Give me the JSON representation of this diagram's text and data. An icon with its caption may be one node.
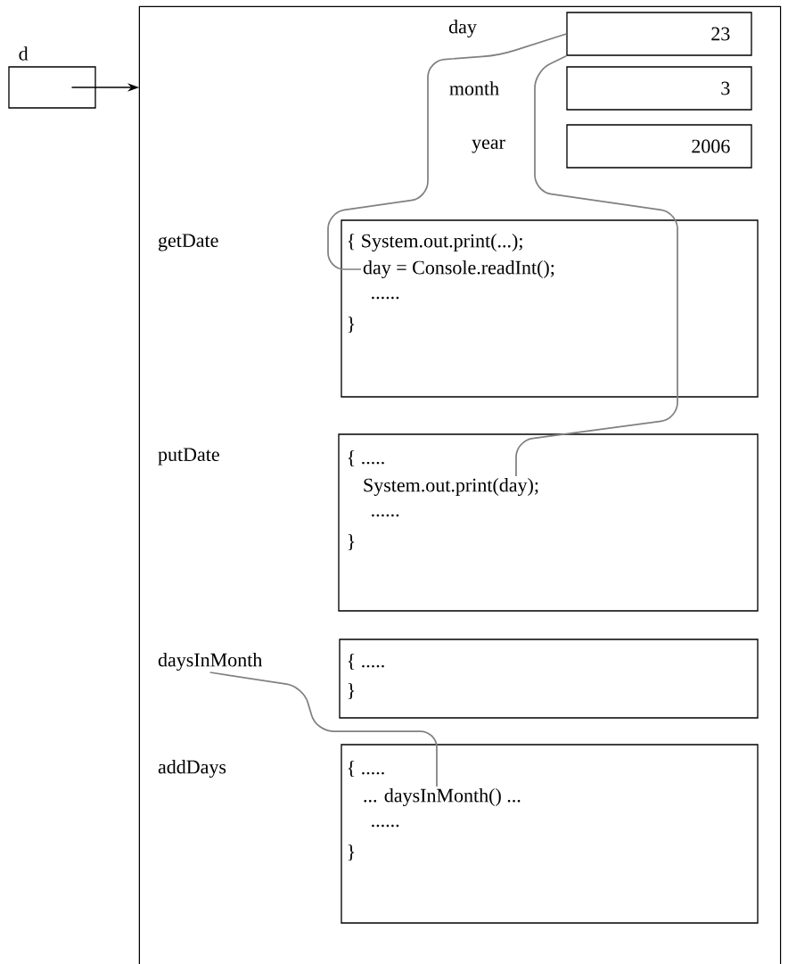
{
  "diagram": {
    "nodes": [
      {
        "text": [],
        "shape": "box"
      },
      {
        "text": [
          "d"
        ]
      },
      {
        "text": [
          "23"
        ],
        "in": 0
      },
      {
        "text": [
          "3"
        ],
        "in": 0
      },
      {
        "text": [
          "2006"
        ],
        "in": 0
      },
      {
        "text": [
          "getDate"
        ],
        "in": 0
      },
      {
        "text": [
          "{ System.out.print(...);",
          "......",
          "}"
        ],
        "in": 0
      },
      {
        "text": [
          "day = Console.readInt();"
        ],
        "in": 6
      },
      {
        "text": [
          "putDate"
        ],
        "in": 0
      },
      {
        "text": [
          "{ .....",
          "......",
          "}"
        ],
        "in": 0
      },
      {
        "text": [
          "System.out.print(day);"
        ],
        "in": 9
      },
      {
        "text": [
          "daysInMonth"
        ],
        "in": 0
      },
      {
        "text": [
          "{ .....",
          "}"
        ],
        "in": 0
      },
      {
        "text": [
          "addDays"
        ],
        "in": 0
      },
      {
        "text": [
          "{ .....",
          "......",
          "}"
        ],
        "in": 0
      },
      {
        "text": [
          "... daysInMonth() ..."
        ],
        "in": 14
      }
    ],
    "edges": [
      {
        "from": 1,
        "to": 0,
        "arrow": "to",
        "color": "#000000"
      },
      {
        "from": 2,
        "to": 7,
        "arrow": "none",
        "color": "#808080"
      },
      {
        "from": 2,
        "to": 10,
        "arrow": "none",
        "color": "#808080"
      },
      {
        "from": 11,
        "to": 15,
        "arrow": "none",
        "color": "#808080"
      }
    ],
    "labels": [
      "day",
      "month",
      "year"
    ]
  }
}
